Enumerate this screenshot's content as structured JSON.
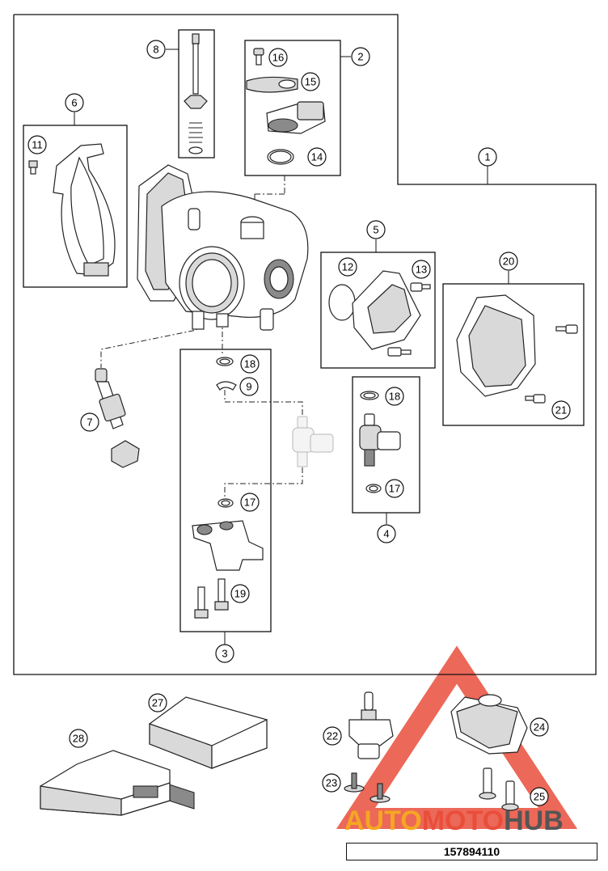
{
  "document_number": "157894110",
  "watermark": {
    "part1": "AUTO",
    "part2": "MOTO",
    "part3": "HUB",
    "colors": {
      "part1": "#f5a623",
      "part2": "#e94e3b",
      "part3": "#555555",
      "triangle": "#e94e3b"
    }
  },
  "callouts": [
    {
      "id": "c1",
      "label": "1"
    },
    {
      "id": "c2",
      "label": "2"
    },
    {
      "id": "c3",
      "label": "3"
    },
    {
      "id": "c4",
      "label": "4"
    },
    {
      "id": "c5",
      "label": "5"
    },
    {
      "id": "c6",
      "label": "6"
    },
    {
      "id": "c7",
      "label": "7"
    },
    {
      "id": "c8",
      "label": "8"
    },
    {
      "id": "c9",
      "label": "9"
    },
    {
      "id": "c11",
      "label": "11"
    },
    {
      "id": "c12",
      "label": "12"
    },
    {
      "id": "c13",
      "label": "13"
    },
    {
      "id": "c14",
      "label": "14"
    },
    {
      "id": "c15",
      "label": "15"
    },
    {
      "id": "c16",
      "label": "16"
    },
    {
      "id": "c17a",
      "label": "17"
    },
    {
      "id": "c17b",
      "label": "17"
    },
    {
      "id": "c18a",
      "label": "18"
    },
    {
      "id": "c18b",
      "label": "18"
    },
    {
      "id": "c19",
      "label": "19"
    },
    {
      "id": "c20",
      "label": "20"
    },
    {
      "id": "c21",
      "label": "21"
    },
    {
      "id": "c22",
      "label": "22"
    },
    {
      "id": "c23",
      "label": "23"
    },
    {
      "id": "c24",
      "label": "24"
    },
    {
      "id": "c25",
      "label": "25"
    },
    {
      "id": "c27",
      "label": "27"
    },
    {
      "id": "c28",
      "label": "28"
    }
  ]
}
